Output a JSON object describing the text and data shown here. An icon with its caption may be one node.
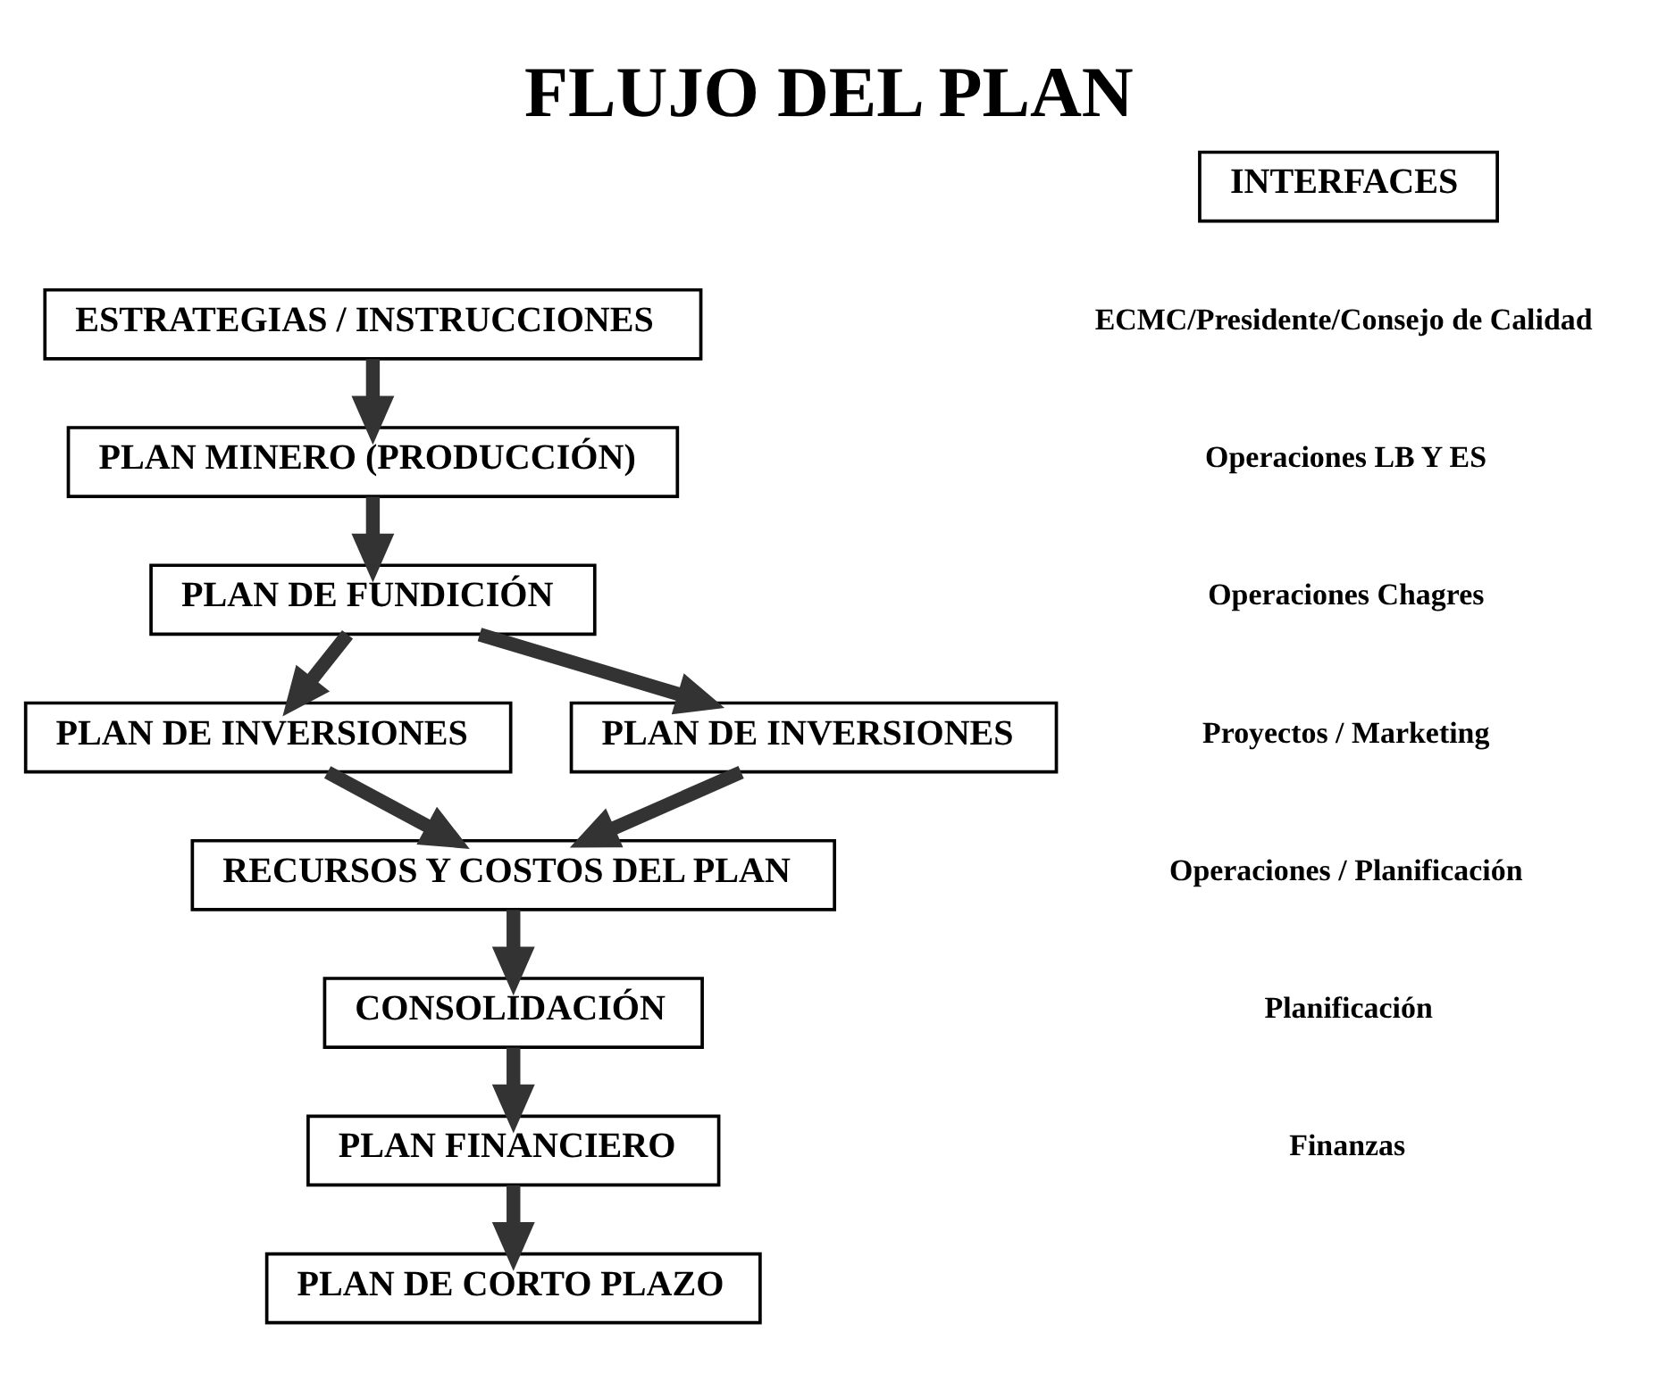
{
  "diagram": {
    "title": "FLUJO DEL PLAN",
    "nodes": [
      {
        "text": [
          "ESTRATEGIAS / INSTRUCCIONES"
        ]
      },
      {
        "text": [
          "PLAN MINERO (PRODUCCIÓN)"
        ]
      },
      {
        "text": [
          "PLAN DE FUNDICIÓN"
        ]
      },
      {
        "text": [
          "PLAN DE INVERSIONES"
        ]
      },
      {
        "text": [
          "PLAN DE INVERSIONES"
        ]
      },
      {
        "text": [
          "RECURSOS Y COSTOS DEL PLAN"
        ]
      },
      {
        "text": [
          "CONSOLIDACIÓN"
        ]
      },
      {
        "text": [
          "PLAN FINANCIERO"
        ]
      },
      {
        "text": [
          "PLAN DE CORTO PLAZO"
        ]
      },
      {
        "text": [
          "INTERFACES"
        ]
      }
    ],
    "edges": [
      {
        "from": 0,
        "to": 1,
        "arrow": "to"
      },
      {
        "from": 1,
        "to": 2,
        "arrow": "to"
      },
      {
        "from": 2,
        "to": 3,
        "arrow": "to"
      },
      {
        "from": 2,
        "to": 4,
        "arrow": "to"
      },
      {
        "from": 3,
        "to": 5,
        "arrow": "to"
      },
      {
        "from": 4,
        "to": 5,
        "arrow": "to"
      },
      {
        "from": 5,
        "to": 6,
        "arrow": "to"
      },
      {
        "from": 6,
        "to": 7,
        "arrow": "to"
      },
      {
        "from": 7,
        "to": 8,
        "arrow": "to"
      }
    ],
    "labels": [
      "ECMC/Presidente/Consejo de Calidad",
      "Operaciones LB Y ES",
      "Operaciones Chagres",
      "Proyectos / Marketing",
      "Operaciones / Planificación",
      "Planificación",
      "Finanzas"
    ]
  }
}
